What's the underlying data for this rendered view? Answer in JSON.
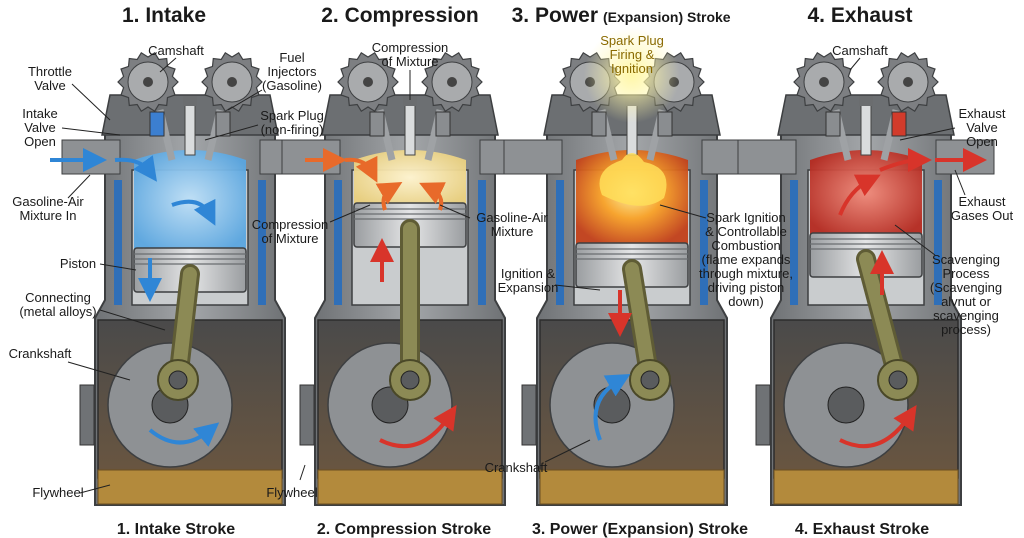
{
  "titles": [
    {
      "main": "1. Intake",
      "extra": ""
    },
    {
      "main": "2. Compression",
      "extra": ""
    },
    {
      "main": "3. Power",
      "extra": "(Expansion) Stroke"
    },
    {
      "main": "4. Exhaust",
      "extra": ""
    }
  ],
  "captions": [
    "1. Intake Stroke",
    "2. Compression Stroke",
    "3. Power (Expansion) Stroke",
    "4. Exhaust Stroke"
  ],
  "labels": {
    "camshaft_1": [
      "Camshaft"
    ],
    "throttle_valve": [
      "Throttle",
      "Valve"
    ],
    "fuel_injectors": [
      "Fuel",
      "Injectors",
      "(Gasoline)"
    ],
    "intake_valve_open": [
      "Intake",
      "Valve",
      "Open"
    ],
    "spark_plug_nonfiring": [
      "Spark Plug",
      "(non-firing)"
    ],
    "gasoline_air_in": [
      "Gasoline-Air",
      "Mixture In"
    ],
    "piston": [
      "Piston"
    ],
    "connecting": [
      "Connecting",
      "(metal alloys)"
    ],
    "crankshaft_1": [
      "Crankshaft"
    ],
    "flywheel_1": [
      "Flywheel"
    ],
    "compression_top": [
      "Compression",
      "of Mixture"
    ],
    "compression_left": [
      "Compression",
      "of Mixture"
    ],
    "gasoline_air_mix": [
      "Gasoline-Air",
      "Mixture"
    ],
    "flywheel_2": [
      "Flywheel"
    ],
    "spark_firing": [
      "Spark Plug",
      "Firing &",
      "Ignition"
    ],
    "ignition_expansion": [
      "Ignition &",
      "Expansion"
    ],
    "spark_ignition": [
      "Spark Ignition",
      "& Controllable",
      "Combustion",
      "(flame expands",
      "through mixture,",
      "driving piston",
      "down)"
    ],
    "crankshaft_3": [
      "Crankshaft"
    ],
    "camshaft_4": [
      "Camshaft"
    ],
    "exhaust_valve_open": [
      "Exhaust",
      "Valve",
      "Open"
    ],
    "exhaust_gases_out": [
      "Exhaust",
      "Gases Out"
    ],
    "scavenging": [
      "Scavenging",
      "Process",
      "(Scavenging",
      "alvnut or",
      "scavenging",
      "process)"
    ]
  },
  "colors": {
    "intake_blue": "#3c8fd6",
    "compression_yellow": "#f3e3a0",
    "flame_orange": "#f08a1e",
    "exhaust_red": "#d23b2b",
    "block_gray": "#8a8d90",
    "crank_brown": "#5b4a3a",
    "rod_olive": "#8c8a55",
    "oil_gold": "#b38a3c"
  }
}
